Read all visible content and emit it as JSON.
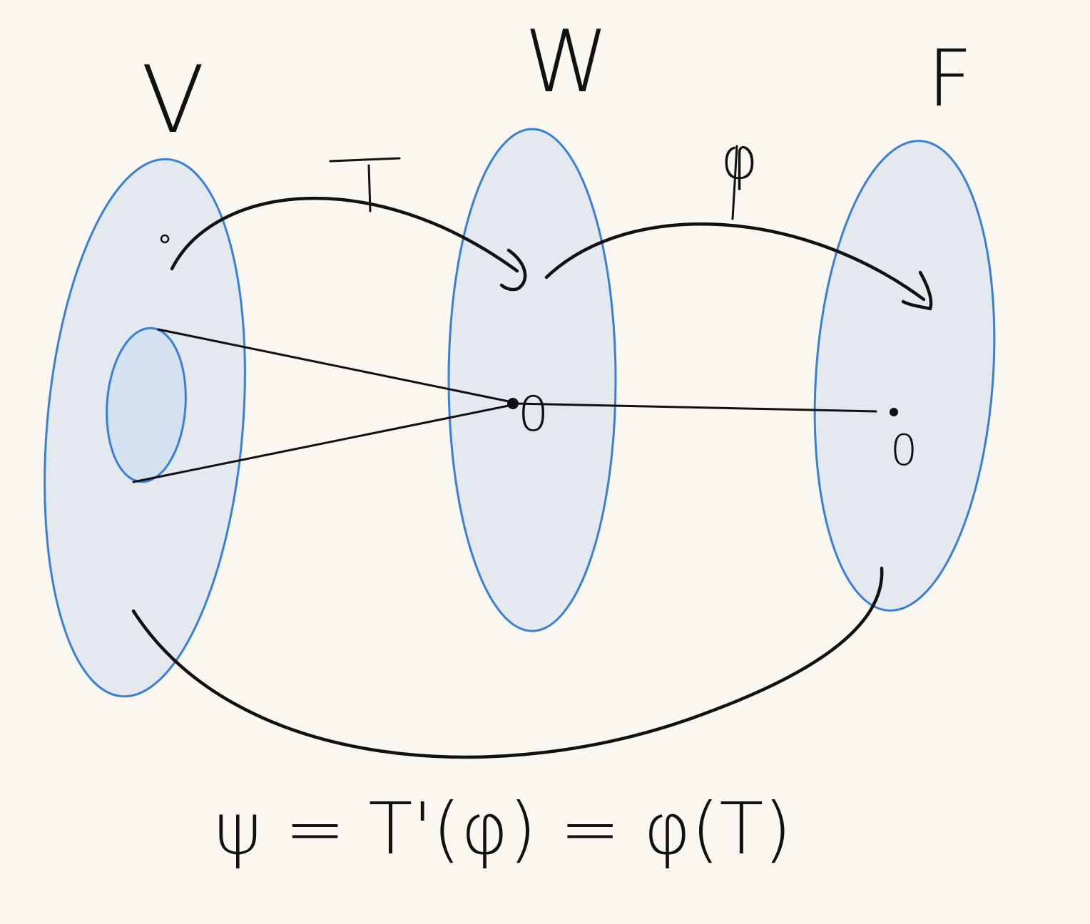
{
  "labels": {
    "space_v": "V",
    "space_w": "W",
    "space_f": "F",
    "map_t": "T",
    "map_phi": "φ",
    "zero_w": "0",
    "zero_f": "0",
    "formula": "ψ = T'(φ) = φ(T)"
  },
  "colors": {
    "background": "#faf7f0",
    "set_fill": "#e3e9ef",
    "set_stroke": "#3a7fd6",
    "subspace_fill": "#d4e1f1",
    "ink": "#111111"
  }
}
